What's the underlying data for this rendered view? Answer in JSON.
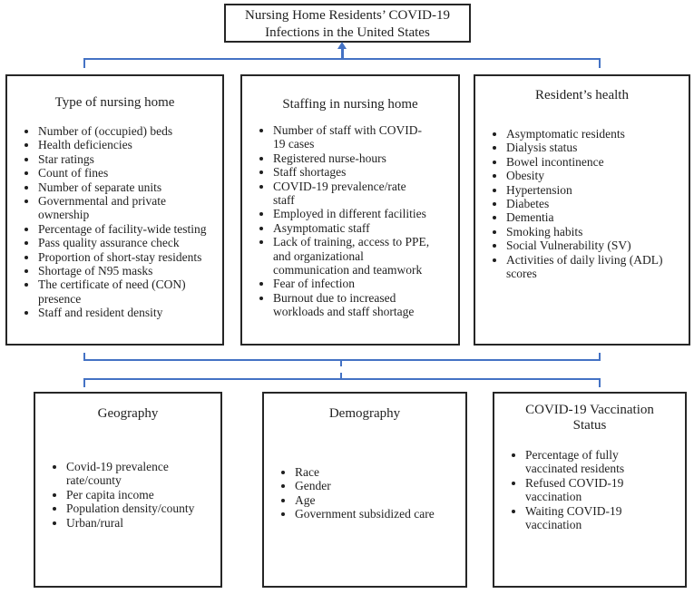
{
  "diagram": {
    "root": {
      "title": "Nursing Home Residents’ COVID-19\nInfections in the United States"
    },
    "top_boxes": [
      {
        "title": "Type of nursing home",
        "items": [
          "Number of (occupied) beds",
          "Health deficiencies",
          "Star ratings",
          "Count of fines",
          "Number of separate units",
          "Governmental and private\nownership",
          "Percentage of facility-wide testing",
          "Pass quality assurance check",
          "Proportion of short-stay residents",
          "Shortage of N95 masks",
          "The certificate of need (CON)\npresence",
          "Staff and resident density"
        ]
      },
      {
        "title": "Staffing in nursing home",
        "items": [
          "Number of staff with COVID-\n19 cases",
          "Registered nurse-hours",
          "Staff shortages",
          "COVID-19 prevalence/rate\nstaff",
          "Employed in different facilities",
          "Asymptomatic staff",
          "Lack of training, access to PPE,\nand organizational\ncommunication and teamwork",
          "Fear of infection",
          "Burnout due to increased\nworkloads and staff shortage"
        ]
      },
      {
        "title": "Resident’s health",
        "items": [
          "Asymptomatic residents",
          "Dialysis status",
          "Bowel incontinence",
          "Obesity",
          "Hypertension",
          "Diabetes",
          "Dementia",
          "Smoking habits",
          "Social Vulnerability (SV)",
          "Activities of daily living (ADL)\nscores"
        ]
      }
    ],
    "bottom_boxes": [
      {
        "title": "Geography",
        "items": [
          "Covid-19 prevalence\nrate/county",
          "Per capita income",
          "Population density/county",
          "Urban/rural"
        ]
      },
      {
        "title": "Demography",
        "items": [
          "Race",
          "Gender",
          "Age",
          "Government subsidized care"
        ]
      },
      {
        "title": "COVID-19 Vaccination\nStatus",
        "items": [
          "Percentage of fully\nvaccinated residents",
          "Refused COVID-19\nvaccination",
          "Waiting COVID-19\nvaccination"
        ]
      }
    ]
  },
  "colors": {
    "connector_blue": "#4472C4",
    "box_border": "#262626",
    "text": "#1f1f1f"
  }
}
